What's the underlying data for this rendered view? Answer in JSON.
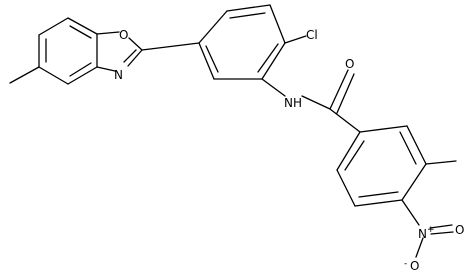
{
  "figure": {
    "type": "chemical-structure",
    "atom_labels": {
      "o_oxazole": "O",
      "n_oxazole": "N",
      "cl": "Cl",
      "o_carbonyl": "O",
      "nh": "NH",
      "n_nitro": "N",
      "n_plus": "+",
      "o_nitro": "O",
      "o_nitro_neg": "O",
      "o_minus": "-"
    },
    "colors": {
      "bonds": "#000000",
      "labels": "#000000"
    }
  }
}
